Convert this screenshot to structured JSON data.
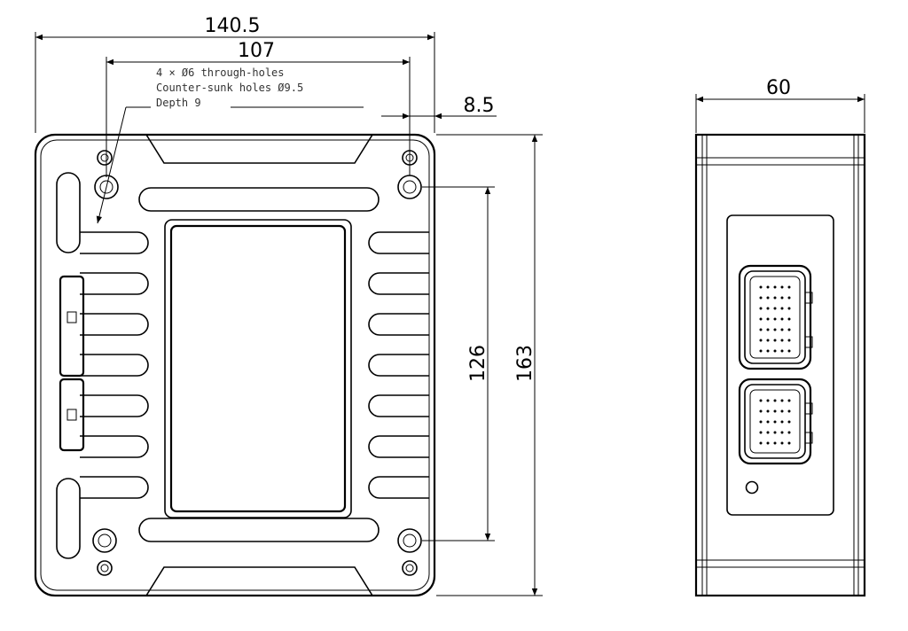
{
  "front_view": {
    "dim_overall_width": "140.5",
    "dim_hole_spacing": "107",
    "dim_edge_offset": "8.5",
    "dim_hole_vertical": "126",
    "dim_overall_height": "163",
    "note": {
      "line1": "4 × Ø6 through-holes",
      "line2": "Counter-sunk holes Ø9.5",
      "line3": "Depth 9"
    }
  },
  "side_view": {
    "dim_depth": "60"
  }
}
